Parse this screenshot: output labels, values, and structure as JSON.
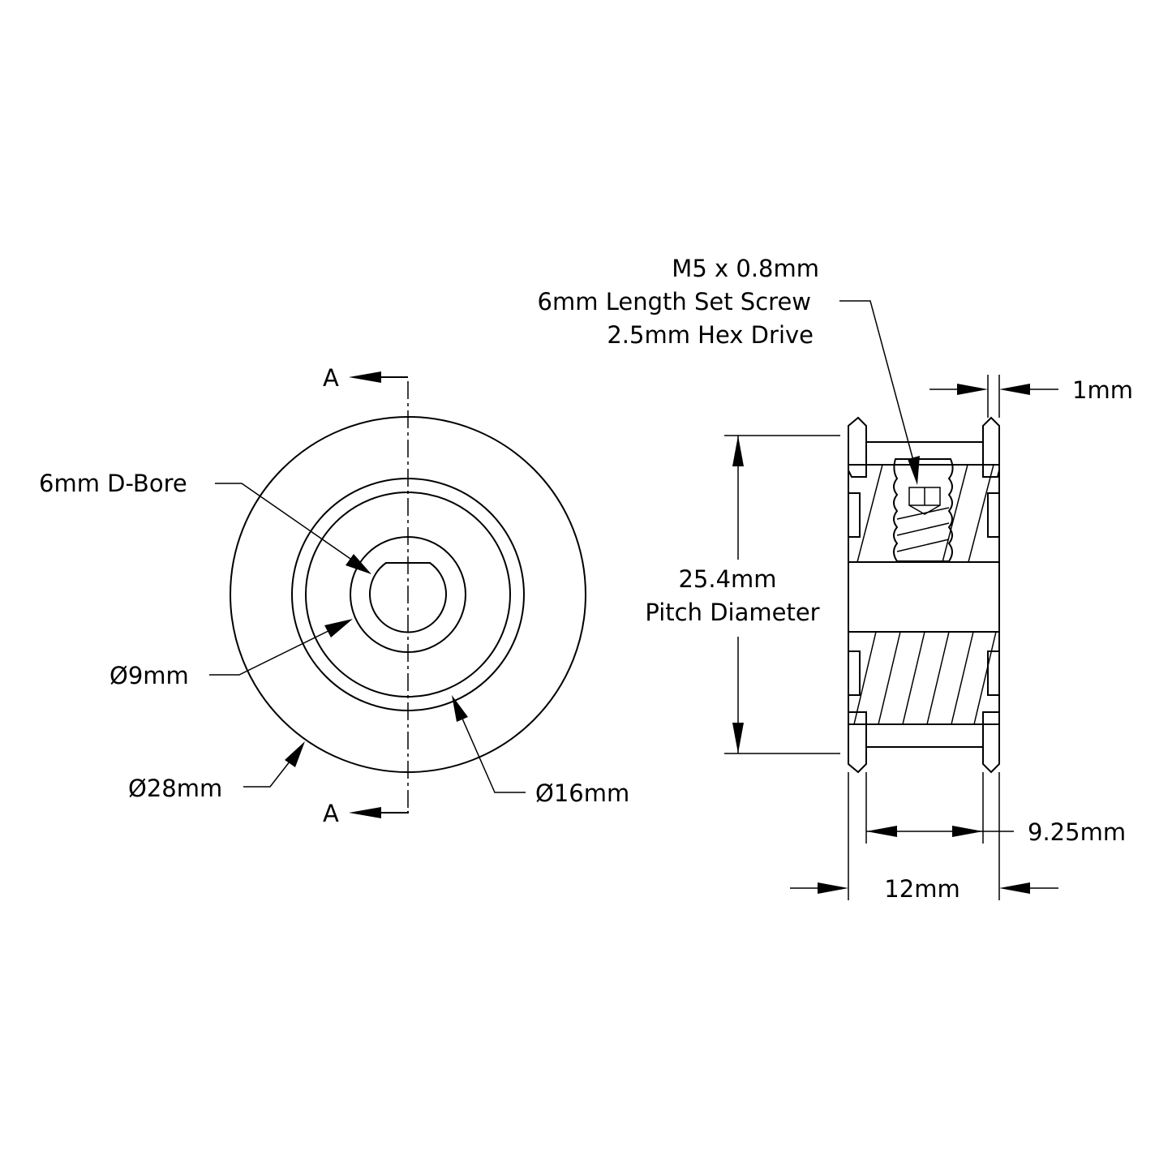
{
  "front_view": {
    "section_label_top": "A",
    "section_label_bottom": "A",
    "bore_label": "6mm D-Bore",
    "hub_dia_label": "Ø9mm",
    "outer_dia_label": "Ø28mm",
    "ring_dia_label": "Ø16mm"
  },
  "side_view": {
    "set_screw": [
      "M5 x 0.8mm",
      "6mm Length Set Screw",
      "2.5mm Hex Drive"
    ],
    "flange_thickness_label": "1mm",
    "pitch_diameter": [
      "25.4mm",
      "Pitch Diameter"
    ],
    "belt_width_label": "9.25mm",
    "overall_width_label": "12mm"
  }
}
